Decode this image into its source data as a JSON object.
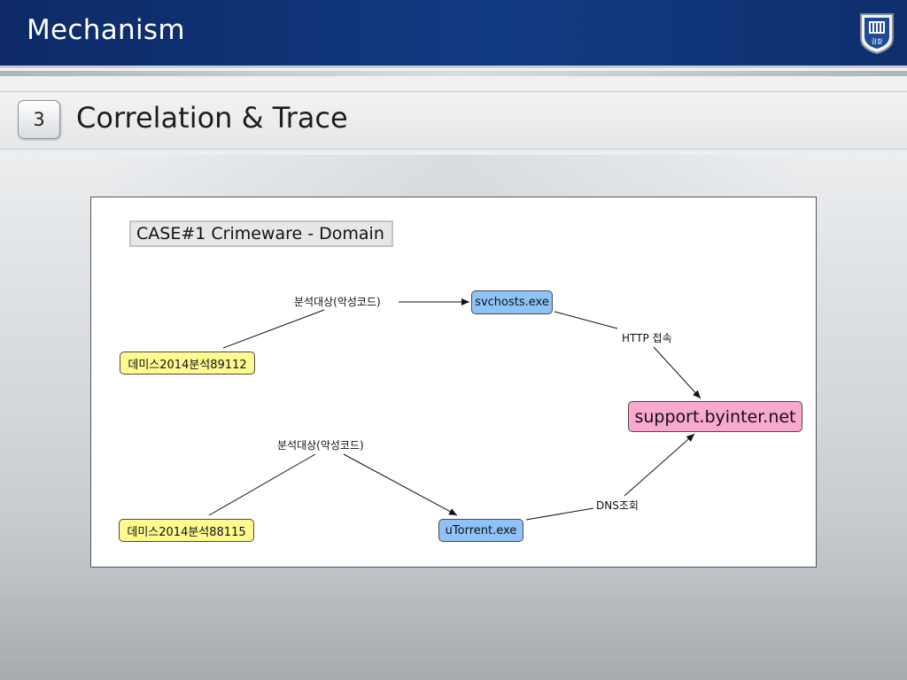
{
  "header": {
    "title": "Mechanism",
    "emblem_icon": "university-emblem-icon",
    "emblem_text": "검찰"
  },
  "section": {
    "number": "3",
    "title": "Correlation & Trace"
  },
  "diagram": {
    "case_title": "CASE#1  Crimeware - Domain",
    "nodes": {
      "sample1": "데미스2014분석89112",
      "sample2": "데미스2014분석88115",
      "svchosts": "svchosts.exe",
      "utorrent": "uTorrent.exe",
      "domain": "support.byinter.net"
    },
    "edge_labels": {
      "analysis_top": "분석대상(악성코드)",
      "analysis_bottom": "분석대상(악성코드)",
      "http": "HTTP 접속",
      "dns": "DNS조회"
    },
    "colors": {
      "sample": "#fdfb8f",
      "process": "#8fc2f7",
      "domain": "#f9a8cf"
    }
  }
}
